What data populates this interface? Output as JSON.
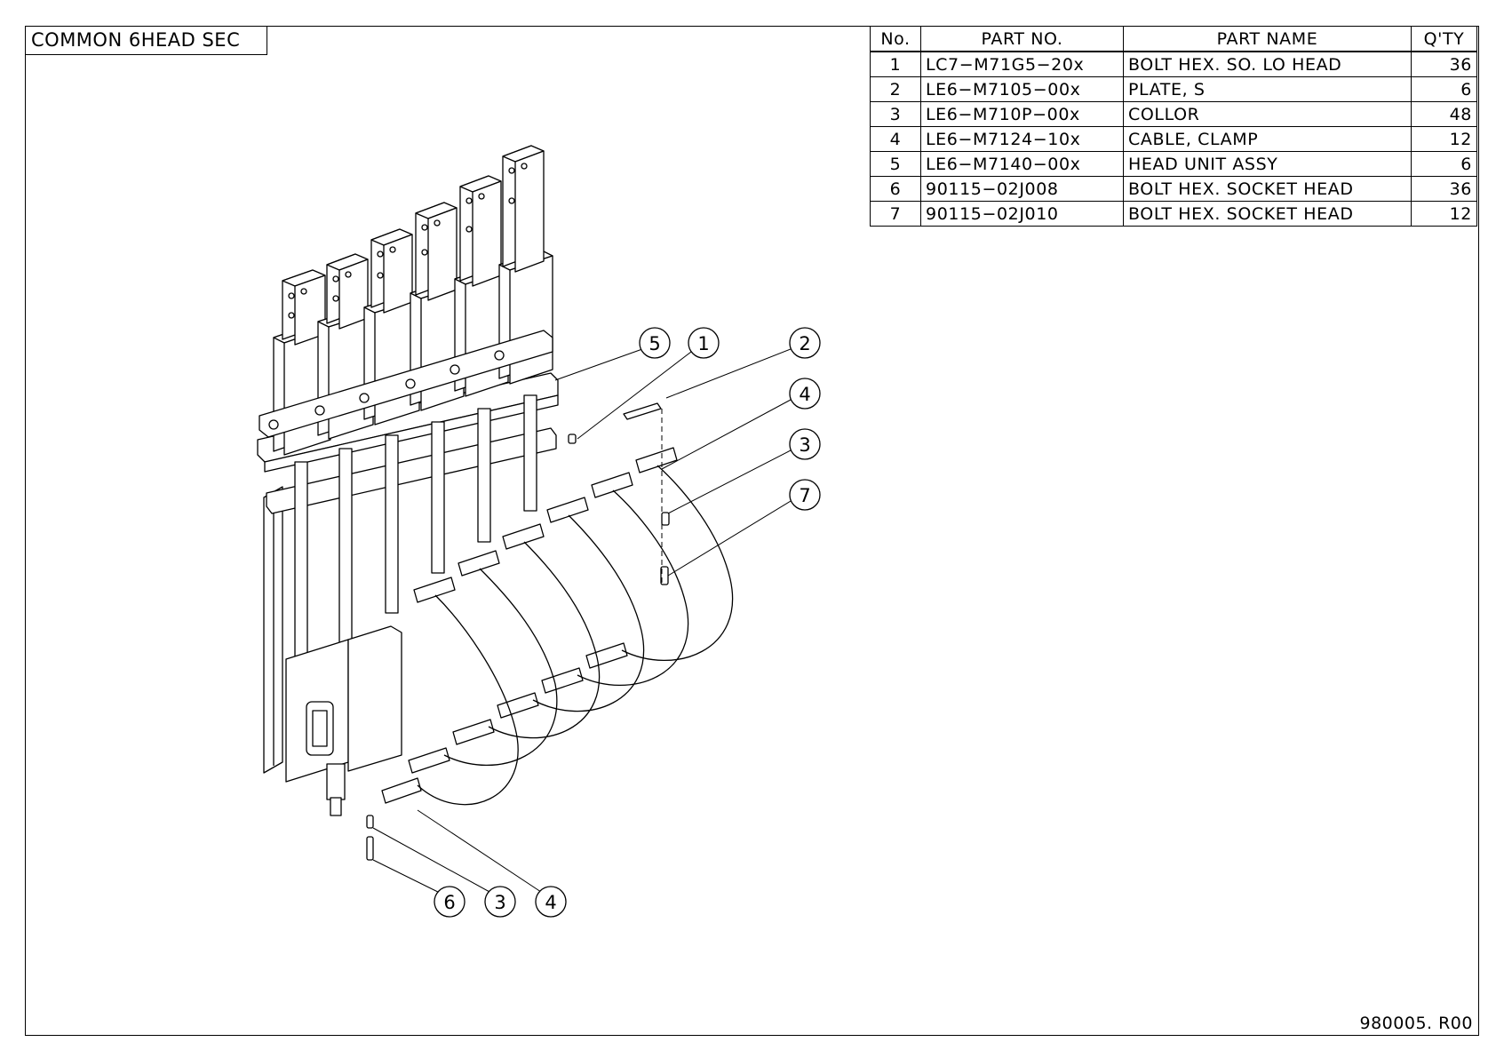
{
  "title": "COMMON 6HEAD SEC",
  "parts_table": {
    "headers": {
      "no": "No.",
      "part_no": "PART NO.",
      "part_name": "PART NAME",
      "qty": "Q'TY"
    },
    "rows": [
      {
        "no": "1",
        "part_no": "LC7−M71G5−20x",
        "part_name": "BOLT HEX. SO. LO HEAD",
        "qty": "36"
      },
      {
        "no": "2",
        "part_no": "LE6−M7105−00x",
        "part_name": "PLATE, S",
        "qty": "6"
      },
      {
        "no": "3",
        "part_no": "LE6−M710P−00x",
        "part_name": "COLLOR",
        "qty": "48"
      },
      {
        "no": "4",
        "part_no": "LE6−M7124−10x",
        "part_name": "CABLE, CLAMP",
        "qty": "12"
      },
      {
        "no": "5",
        "part_no": "LE6−M7140−00x",
        "part_name": "HEAD UNIT ASSY",
        "qty": "6"
      },
      {
        "no": "6",
        "part_no": "90115−02J008",
        "part_name": "BOLT HEX. SOCKET HEAD",
        "qty": "36"
      },
      {
        "no": "7",
        "part_no": "90115−02J010",
        "part_name": "BOLT HEX. SOCKET HEAD",
        "qty": "12"
      }
    ]
  },
  "callouts": {
    "top": [
      "5",
      "1",
      "2",
      "4",
      "3",
      "7"
    ],
    "bottom": [
      "6",
      "3",
      "4"
    ]
  },
  "drawing_number": "980005. R00"
}
